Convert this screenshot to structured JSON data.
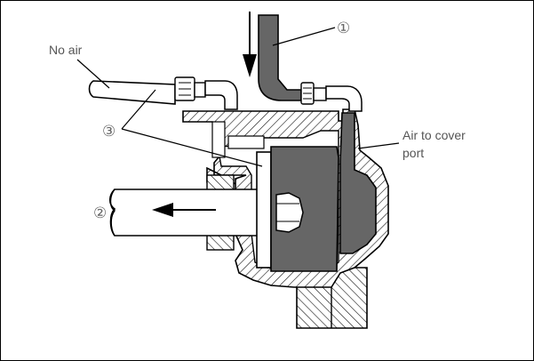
{
  "labels": {
    "no_air": "No air",
    "air_to_cover_port_line1": "Air to cover",
    "air_to_cover_port_line2": "port"
  },
  "callouts": {
    "one": "①",
    "two": "②",
    "three": "③"
  },
  "colors": {
    "fill_dark": "#666666",
    "outline": "#000000",
    "hatch": "#000000",
    "background": "#ffffff"
  },
  "icons": {
    "air_flow_arrow": "arrow-down-icon",
    "shaft_direction_arrow": "arrow-left-icon"
  }
}
